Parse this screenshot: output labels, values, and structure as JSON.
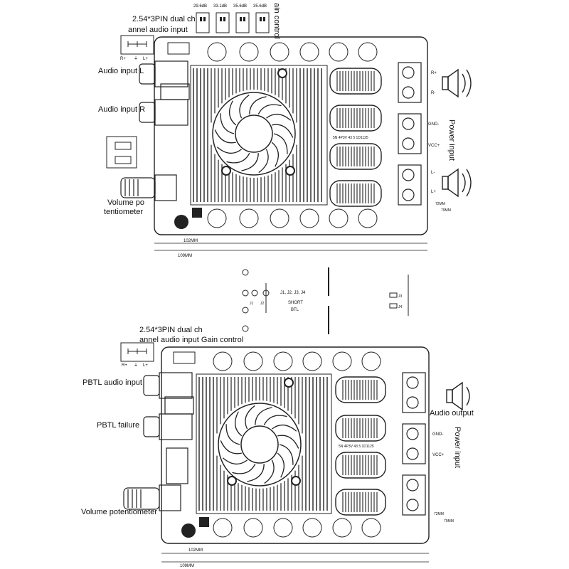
{
  "top": {
    "gain_values": [
      "29.6dB",
      "33.1dB",
      "35.6dB",
      "35.6dB"
    ],
    "gain_control_label": "ain control",
    "pin_header_line1": "2.54*3PIN dual ch",
    "pin_header_line2": "annel audio input",
    "pin_r": "R+",
    "pin_gnd": "⏚",
    "pin_l": "L+",
    "audio_input_l": "Audio input L",
    "audio_input_r": "Audio input R",
    "volume_line1": "Volume po",
    "volume_line2": "tentiometer",
    "term_r_plus": "R+",
    "term_r_minus": "R-",
    "term_gnd": "GND-",
    "term_vcc": "VCC+",
    "term_l_minus": "L-",
    "term_l_plus": "L+",
    "power_input": "Power input",
    "dim_72": "72MM",
    "dim_79": "79MM",
    "dim_102": "102MM",
    "dim_109": "109MM",
    "chip_text": "5N 4P3V 43 5 1D1125"
  },
  "middle": {
    "jumper_text": "J1, J2, J3, J4",
    "short_text": "SHORT",
    "btl_text": "BTL",
    "j1": "J1",
    "j2": "J2",
    "j3": "J3",
    "j4": "J4"
  },
  "bottom": {
    "pin_header_line1": "2.54*3PIN dual ch",
    "pin_header_line2": "annel audio input Gain control",
    "pin_r": "R+",
    "pin_gnd": "⏚",
    "pin_l": "L+",
    "pbtl_audio_input": "PBTL audio input",
    "pbtl_failure": "PBTL failure",
    "volume_potentiometer": "Volume potentiometer",
    "audio_output": "Audio output",
    "term_gnd": "GND-",
    "term_vcc": "VCC+",
    "power_input": "Power input",
    "dim_72": "72MM",
    "dim_79": "79MM",
    "dim_102": "102MM",
    "dim_109": "109MM",
    "chip_text": "5N 4P3V 43 5 1D1125"
  }
}
